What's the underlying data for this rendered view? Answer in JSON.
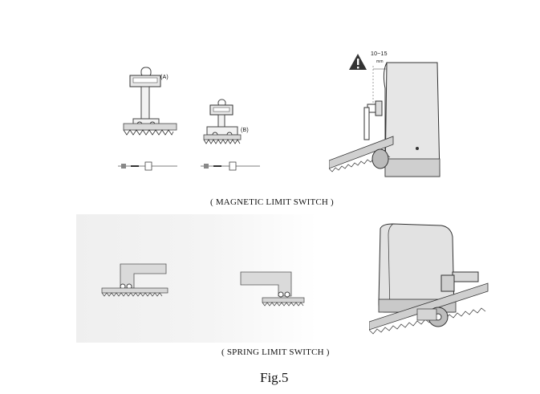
{
  "figures": {
    "magnetic_label_a": "(A)",
    "magnetic_label_b": "(B)",
    "warning_dimension": "10~15",
    "warning_unit": "mm"
  },
  "captions": {
    "magnetic": "( MAGNETIC LIMIT SWITCH )",
    "spring": "( SPRING LIMIT SWITCH )"
  },
  "figure_title": "Fig.5",
  "icons": {
    "warning": "warning-triangle-icon"
  }
}
